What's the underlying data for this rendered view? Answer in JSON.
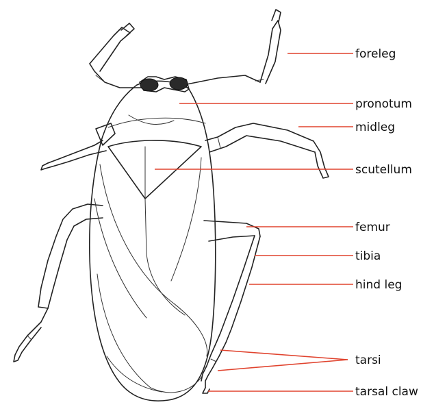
{
  "labels": {
    "foreleg": "foreleg",
    "pronotum": "pronotum",
    "midleg": "midleg",
    "scutellum": "scutellum",
    "femur": "femur",
    "tibia": "tibia",
    "hind_leg": "hind leg",
    "tarsi": "tarsi",
    "tarsal_claw": "tarsal claw"
  },
  "colors": {
    "leader_line": "#e0432e",
    "ink": "#222222",
    "background": "#ffffff"
  }
}
